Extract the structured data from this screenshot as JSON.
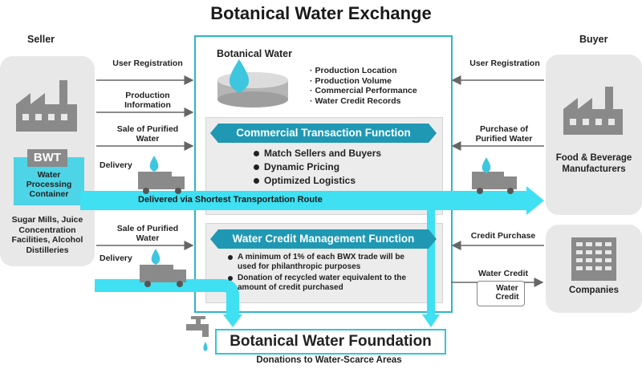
{
  "title": "Botanical Water Exchange",
  "seller": {
    "heading": "Seller",
    "bwt": "BWT",
    "container_label": "Water Processing Container",
    "sources": "Sugar Mills, Juice Concentration Facilities, Alcohol Distilleries"
  },
  "buyer": {
    "heading": "Buyer",
    "food_label": "Food & Beverage Manufacturers",
    "companies_label": "Companies"
  },
  "left_flows": {
    "user_registration": "User Registration",
    "production_information": "Production Information",
    "sale_purified_1": "Sale of Purified Water",
    "delivery_1": "Delivery",
    "sale_purified_2": "Sale of Purified Water",
    "delivery_2": "Delivery"
  },
  "right_flows": {
    "user_registration": "User Registration",
    "purchase_purified": "Purchase of Purified Water",
    "credit_purchase": "Credit Purchase",
    "water_credit": "Water Credit",
    "water_credit_badge": "Water Credit"
  },
  "botanical_water": {
    "heading": "Botanical Water",
    "items": [
      "Production Location",
      "Production Volume",
      "Commercial Performance",
      "Water Credit Records"
    ]
  },
  "commercial": {
    "heading": "Commercial Transaction Function",
    "items": [
      "Match Sellers and Buyers",
      "Dynamic Pricing",
      "Optimized Logistics"
    ]
  },
  "route_label": "Delivered via Shortest Transportation Route",
  "credit_mgmt": {
    "heading": "Water Credit Management Function",
    "items": [
      "A minimum of 1% of each BWX trade will be used for philanthropic purposes",
      "Donation of recycled water equivalent to the amount of credit purchased"
    ]
  },
  "foundation": {
    "name": "Botanical Water Foundation",
    "caption": "Donations to Water-Scarce Areas"
  },
  "colors": {
    "accent": "#1f98b4",
    "flow": "#3ee0f2",
    "frame": "#2fb4c8",
    "gray": "#8a8a8a"
  }
}
